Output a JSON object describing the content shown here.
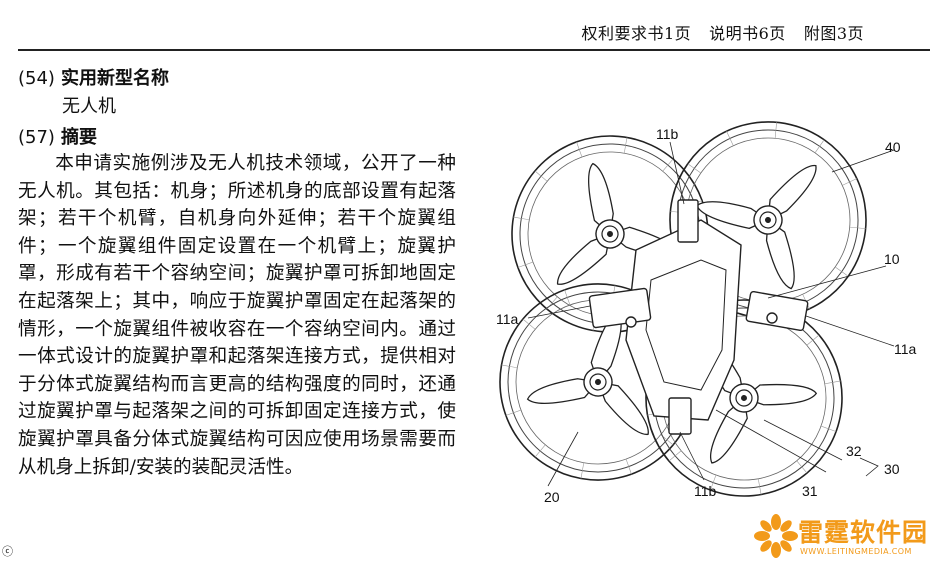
{
  "header": {
    "claims": "权利要求书1页",
    "description": "说明书6页",
    "drawings": "附图3页"
  },
  "title_section": {
    "number": "(54)",
    "label": "实用新型名称",
    "value": "无人机"
  },
  "abstract_section": {
    "number": "(57)",
    "label": "摘要",
    "text": "本申请实施例涉及无人机技术领域，公开了一种无人机。其包括：机身；所述机身的底部设置有起落架；若干个机臂，自机身向外延伸；若干个旋翼组件；一个旋翼组件固定设置在一个机臂上；旋翼护罩，形成有若干个容纳空间；旋翼护罩可拆卸地固定在起落架上；其中，响应于旋翼护罩固定在起落架的情形，一个旋翼组件被收容在一个容纳空间内。通过一体式设计的旋翼护罩和起落架连接方式，提供相对于分体式旋翼结构而言更高的结构强度的同时，还通过旋翼护罩与起落架之间的可拆卸固定连接方式，使旋翼护罩具备分体式旋翼结构可因应使用场景需要而从机身上拆卸/安装的装配灵活性。"
  },
  "figure_labels": {
    "l11b_top": "11b",
    "l40": "40",
    "l10": "10",
    "l11a_left": "11a",
    "l11a_right": "11a",
    "l32": "32",
    "l30": "30",
    "l20": "20",
    "l11b_bottom": "11b",
    "l31": "31"
  },
  "watermark": {
    "name": "雷霆软件园",
    "url": "WWW.LEITINGMEDIA.COM",
    "color": "#f29a1a"
  },
  "margin_mark": "ⓒ"
}
